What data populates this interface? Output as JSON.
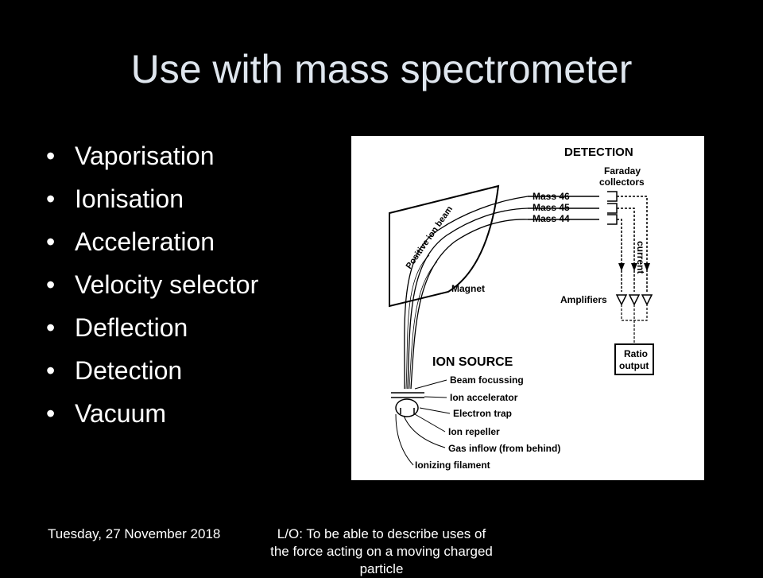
{
  "slide": {
    "title": "Use with mass spectrometer",
    "bullets": [
      "Vaporisation",
      "Ionisation",
      "Acceleration",
      "Velocity selector",
      "Deflection",
      "Detection",
      "Vacuum"
    ],
    "bullet_glyph": "•"
  },
  "diagram": {
    "detection": "DETECTION",
    "faraday_1": "Faraday",
    "faraday_2": "collectors",
    "mass_46": "Mass 46",
    "mass_45": "Mass 45",
    "mass_44": "Mass 44",
    "beam": "Positive ion beam",
    "magnet": "Magnet",
    "current": "current",
    "amplifiers": "Amplifiers",
    "ratio_1": "Ratio",
    "ratio_2": "output",
    "ion_source": "ION SOURCE",
    "beam_focussing": "Beam focussing",
    "ion_accelerator": "Ion accelerator",
    "electron_trap": "Electron trap",
    "ion_repeller": "Ion repeller",
    "gas_inflow": "Gas inflow (from behind)",
    "ionizing_filament": "Ionizing filament"
  },
  "footer": {
    "date": "Tuesday, 27 November 2018",
    "objective": "L/O: To be able to describe uses of the force acting on a moving charged particle"
  }
}
